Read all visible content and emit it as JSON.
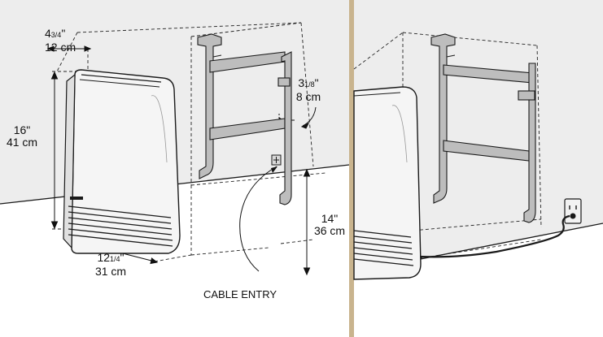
{
  "dimensions": {
    "depth": {
      "whole": "4",
      "fraction": "3/4",
      "in_mark": "\"",
      "metric": "12 cm"
    },
    "height": {
      "whole": "16",
      "in_mark": "\"",
      "metric": "41 cm"
    },
    "width": {
      "whole": "12",
      "fraction": "1/4",
      "in_mark": "\"",
      "metric": "31 cm"
    },
    "bracket_offset": {
      "whole": "3",
      "fraction": "1/8",
      "in_mark": "\"",
      "metric": "8 cm"
    },
    "floor_clearance": {
      "whole": "14",
      "in_mark": "\"",
      "metric": "36 cm"
    }
  },
  "callouts": {
    "cable_entry": "CABLE ENTRY"
  },
  "colors": {
    "wall": "#ededed",
    "floor": "#ffffff",
    "bracket": "#bdbdbd",
    "outline": "#1a1a1a",
    "divider": "#c9b48e"
  }
}
